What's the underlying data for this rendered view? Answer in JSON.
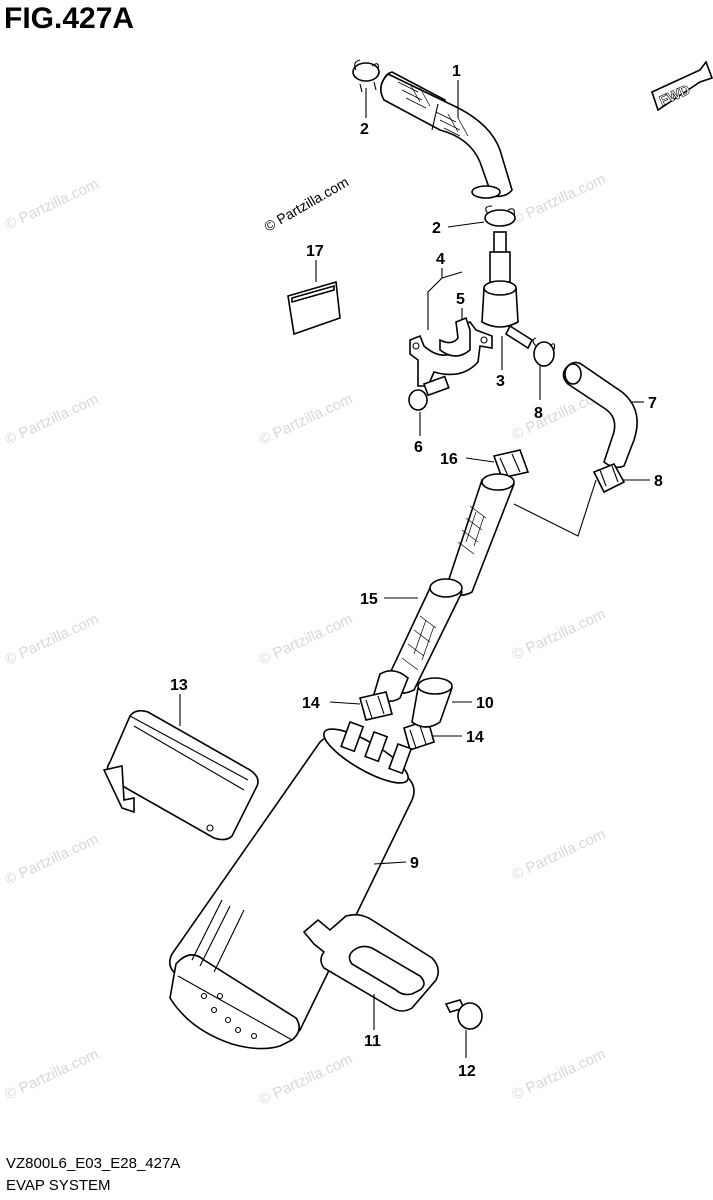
{
  "figure": {
    "title": "FIG.427A",
    "code": "VZ800L6_E03_E28_427A",
    "caption": "EVAP SYSTEM",
    "fwd_label": "FWD",
    "copyright": "© Partzilla.com",
    "watermark": "© Partzilla.com"
  },
  "callouts": [
    {
      "id": "c1",
      "label": "1"
    },
    {
      "id": "c2a",
      "label": "2"
    },
    {
      "id": "c2b",
      "label": "2"
    },
    {
      "id": "c3",
      "label": "3"
    },
    {
      "id": "c4",
      "label": "4"
    },
    {
      "id": "c5",
      "label": "5"
    },
    {
      "id": "c6",
      "label": "6"
    },
    {
      "id": "c7",
      "label": "7"
    },
    {
      "id": "c8a",
      "label": "8"
    },
    {
      "id": "c8b",
      "label": "8"
    },
    {
      "id": "c9",
      "label": "9"
    },
    {
      "id": "c10",
      "label": "10"
    },
    {
      "id": "c11",
      "label": "11"
    },
    {
      "id": "c12",
      "label": "12"
    },
    {
      "id": "c13",
      "label": "13"
    },
    {
      "id": "c14a",
      "label": "14"
    },
    {
      "id": "c14b",
      "label": "14"
    },
    {
      "id": "c15",
      "label": "15"
    },
    {
      "id": "c16",
      "label": "16"
    },
    {
      "id": "c17",
      "label": "17"
    }
  ]
}
